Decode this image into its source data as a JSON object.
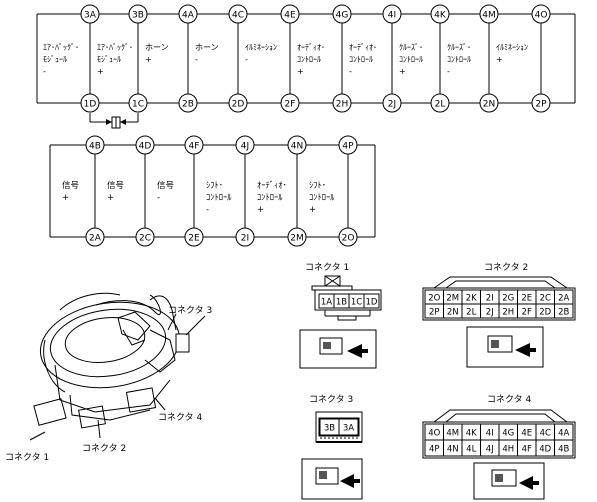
{
  "top_circuit": {
    "top_pins": [
      "3A",
      "3B",
      "4A",
      "4C",
      "4E",
      "4G",
      "4I",
      "4K",
      "4M",
      "4O"
    ],
    "bottom_pins": [
      "1D",
      "1C",
      "2B",
      "2D",
      "2F",
      "2H",
      "2J",
      "2L",
      "2N",
      "2P"
    ],
    "labels": [
      [
        "ｴｱ･ﾊﾞｯｸﾞ･",
        "ﾓｼﾞｭｰﾙ",
        "-"
      ],
      [
        "ｴｱ･ﾊﾞｯｸﾞ･",
        "ﾓｼﾞｭｰﾙ",
        "+"
      ],
      [
        "ホーン",
        "+"
      ],
      [
        "ホーン",
        "-"
      ],
      [
        "ｲﾙﾐﾈｰｼｮﾝ",
        "-"
      ],
      [
        "ｵｰﾃﾞｨｵ･",
        "ｺﾝﾄﾛｰﾙ",
        "+"
      ],
      [
        "ｵｰﾃﾞｨｵ･",
        "ｺﾝﾄﾛｰﾙ",
        "-"
      ],
      [
        "ｸﾙｰｽﾞ･",
        "ｺﾝﾄﾛｰﾙ",
        "+"
      ],
      [
        "ｸﾙｰｽﾞ･",
        "ｺﾝﾄﾛｰﾙ",
        "-"
      ],
      [
        "ｲﾙﾐﾈｰｼｮﾝ",
        "+"
      ]
    ]
  },
  "middle_circuit": {
    "top_pins": [
      "4B",
      "4D",
      "4F",
      "4J",
      "4N",
      "4P"
    ],
    "bottom_pins": [
      "2A",
      "2C",
      "2E",
      "2I",
      "2M",
      "2O"
    ],
    "labels": [
      [
        "信号",
        "+"
      ],
      [
        "信号",
        "+"
      ],
      [
        "信号",
        "-"
      ],
      [
        "ｼﾌﾄ･",
        "ｺﾝﾄﾛｰﾙ",
        "-"
      ],
      [
        "ｵｰﾃﾞｨｵ･",
        "ｺﾝﾄﾛｰﾙ",
        "+"
      ],
      [
        "ｼﾌﾄ･",
        "ｺﾝﾄﾛｰﾙ",
        "+"
      ]
    ]
  },
  "assembly_labels": {
    "c1": "コネクタ 1",
    "c2": "コネクタ 2",
    "c3": "コネクタ 3",
    "c4": "コネクタ 4"
  },
  "connector1": {
    "title": "コネクタ 1",
    "pins": [
      "1A",
      "1B",
      "1C",
      "1D"
    ]
  },
  "connector2": {
    "title": "コネクタ 2",
    "rows": [
      [
        "2O",
        "2M",
        "2K",
        "2I",
        "2G",
        "2E",
        "2C",
        "2A"
      ],
      [
        "2P",
        "2N",
        "2L",
        "2J",
        "2H",
        "2F",
        "2D",
        "2B"
      ]
    ]
  },
  "connector3": {
    "title": "コネクタ 3",
    "pins": [
      "3B",
      "3A"
    ]
  },
  "connector4": {
    "title": "コネクタ 4",
    "rows": [
      [
        "4O",
        "4M",
        "4K",
        "4I",
        "4G",
        "4E",
        "4C",
        "4A"
      ],
      [
        "4P",
        "4N",
        "4L",
        "4J",
        "4H",
        "4F",
        "4D",
        "4B"
      ]
    ]
  }
}
